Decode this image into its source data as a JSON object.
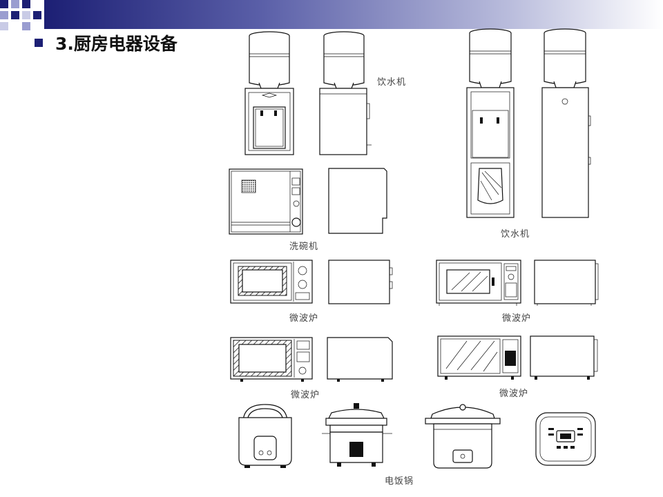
{
  "slide": {
    "title": "3.厨房电器设备",
    "accent_color": "#1c1f74"
  },
  "labels": {
    "water_dispenser_1": "饮水机",
    "water_dispenser_2": "饮水机",
    "dishwasher": "洗碗机",
    "microwave_1": "微波炉",
    "microwave_2": "微波炉",
    "microwave_3": "微波炉",
    "microwave_4": "微波炉",
    "rice_cooker": "电饭锅"
  }
}
